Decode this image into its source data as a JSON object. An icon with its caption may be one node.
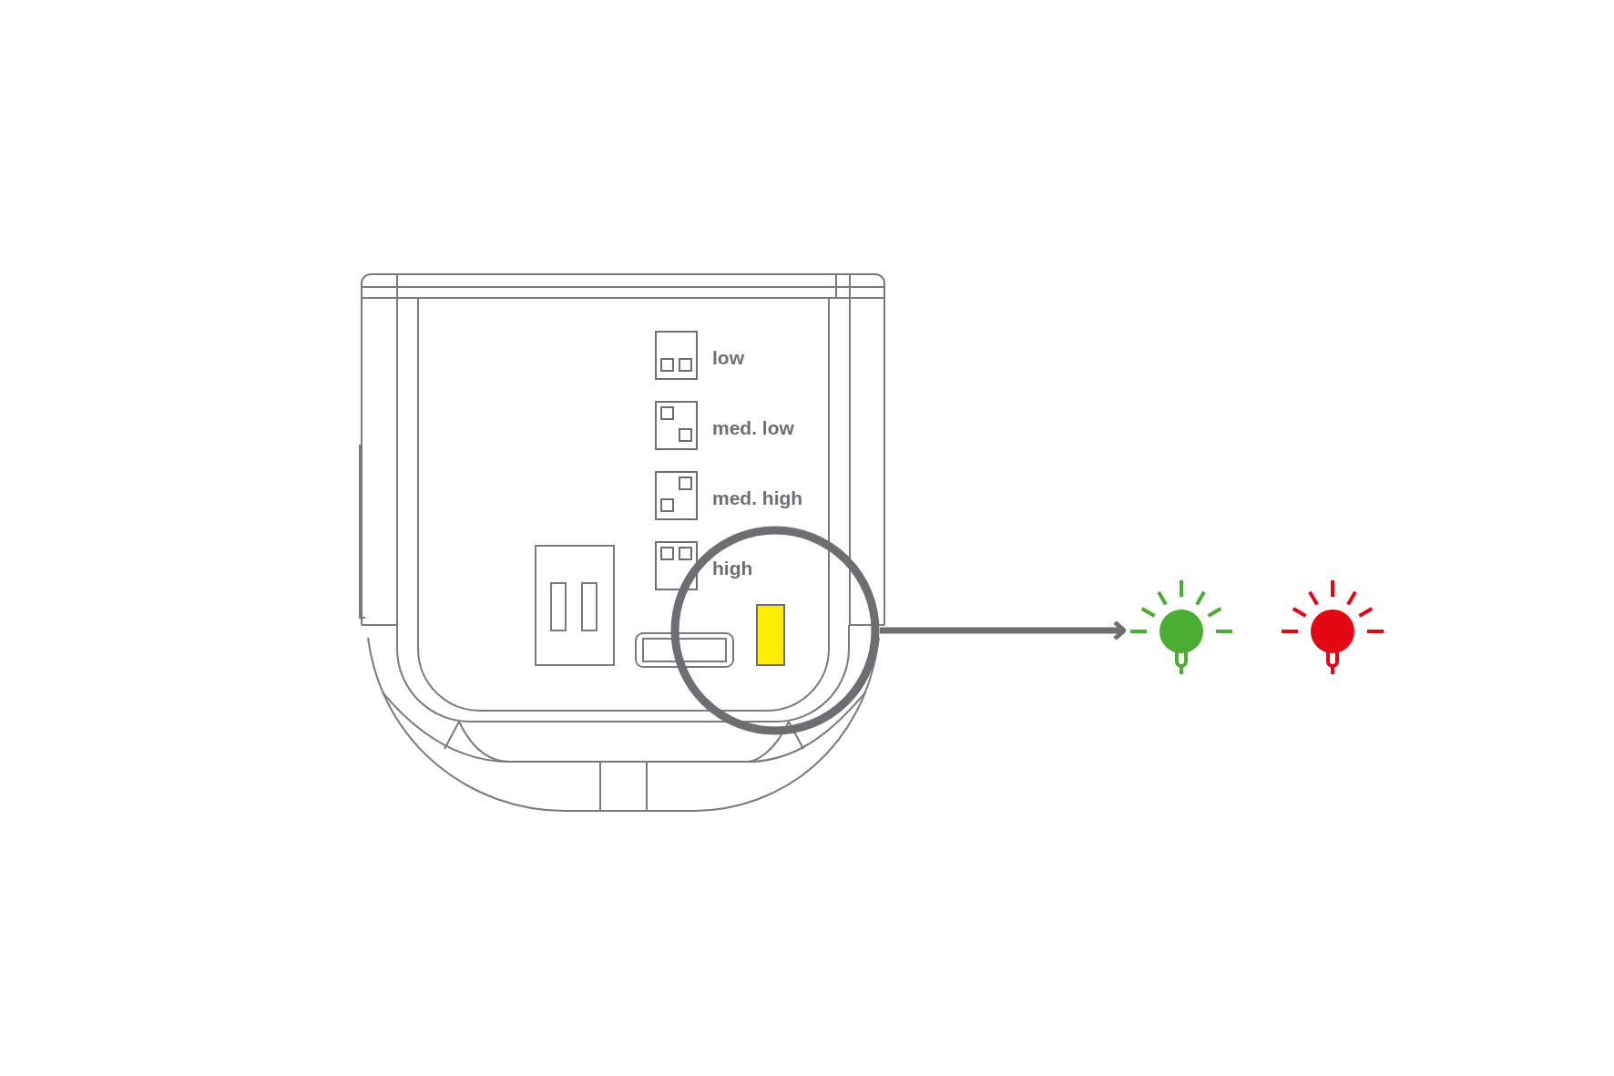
{
  "diagram": {
    "nodes": [
      {
        "text": [],
        "shape": "circle"
      },
      {
        "text": [],
        "shape": "picture"
      },
      {
        "text": [],
        "shape": "picture"
      }
    ],
    "edges": [
      {
        "from": 0,
        "to": 1,
        "arrow": "to"
      }
    ],
    "labels": [
      "low",
      "med. low",
      "med. high",
      "high"
    ]
  }
}
